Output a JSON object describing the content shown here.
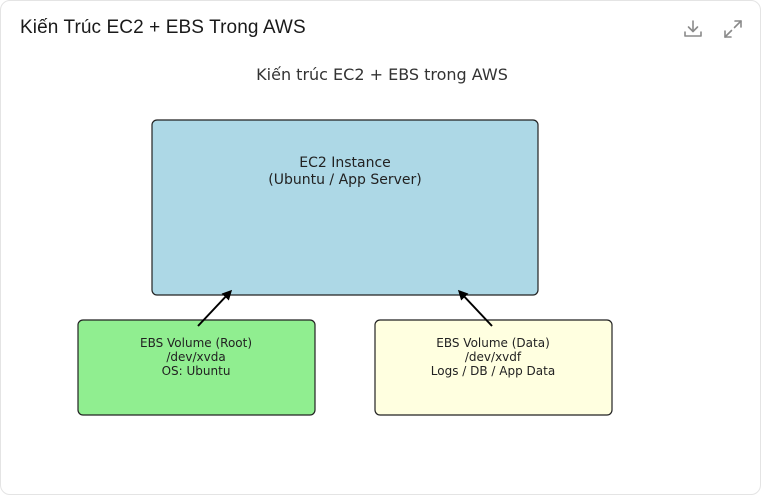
{
  "header": {
    "title": "Kiến Trúc EC2 + EBS Trong AWS",
    "actions": [
      {
        "icon": "download-icon"
      },
      {
        "icon": "expand-icon"
      }
    ]
  },
  "diagram": {
    "title": "Kiến trúc EC2 + EBS trong AWS",
    "nodes": {
      "ec2": {
        "lines": [
          "EC2 Instance",
          "(Ubuntu / App Server)"
        ],
        "fill": "#add8e6"
      },
      "ebs_root": {
        "lines": [
          "EBS Volume (Root)",
          "/dev/xvda",
          "OS: Ubuntu"
        ],
        "fill": "#90ee90"
      },
      "ebs_data": {
        "lines": [
          "EBS Volume (Data)",
          "/dev/xvdf",
          "Logs / DB / App Data"
        ],
        "fill": "#ffffe0"
      }
    },
    "edges": [
      {
        "from": "ebs_root",
        "to": "ec2"
      },
      {
        "from": "ebs_data",
        "to": "ec2"
      }
    ],
    "colors": {
      "border": "#222222",
      "arrow": "#000000",
      "title_text": "#333333"
    }
  }
}
